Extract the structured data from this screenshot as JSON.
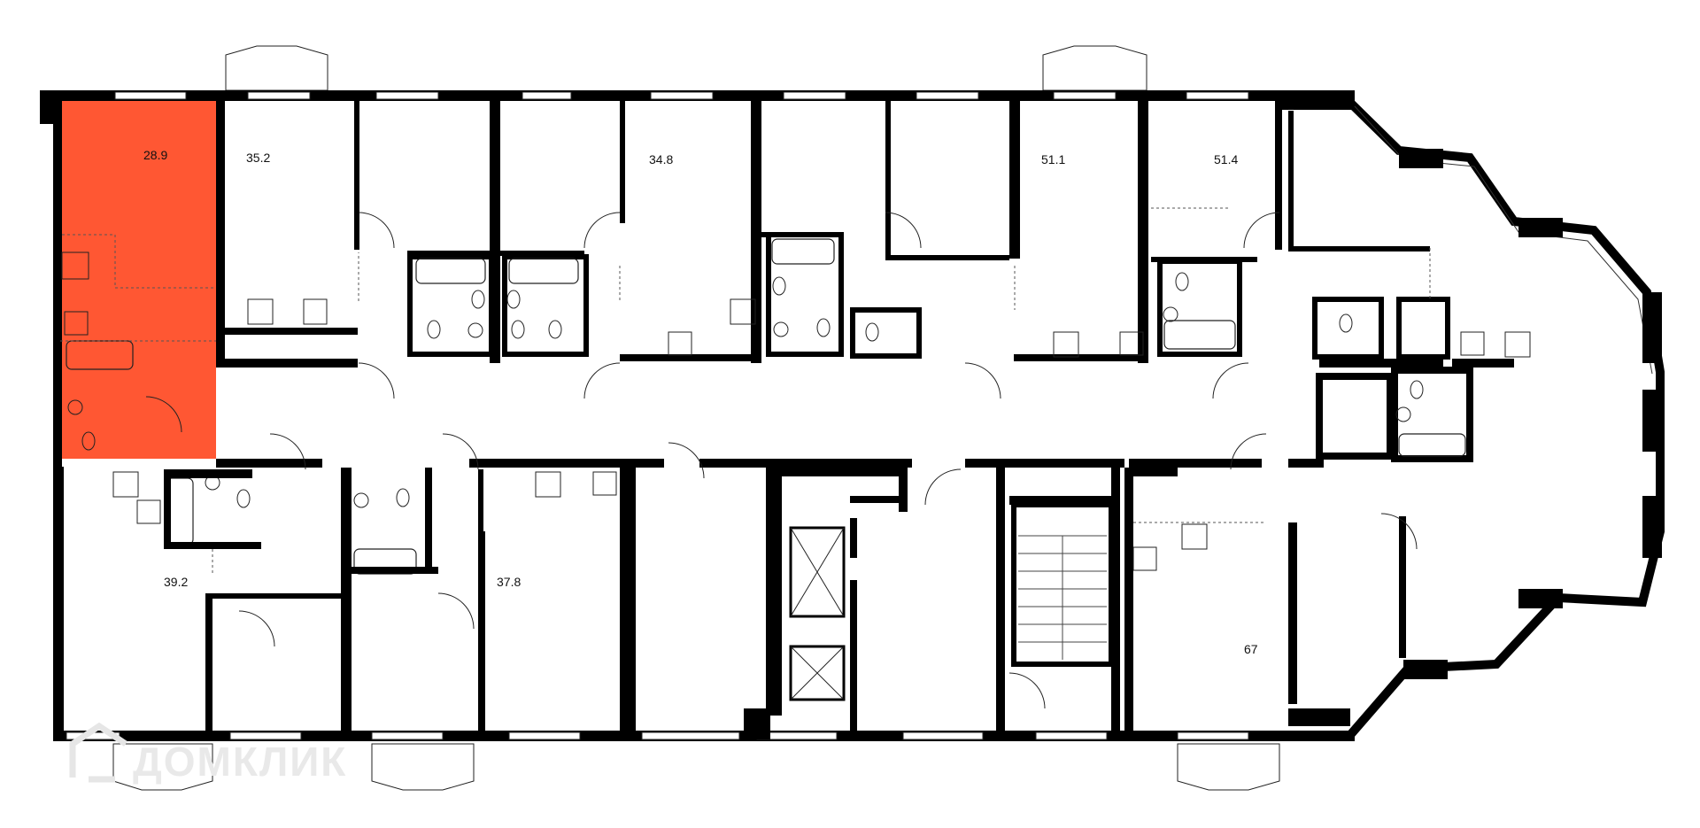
{
  "watermark": {
    "text": "ДОМКЛИК"
  },
  "colors": {
    "highlight": "#ff5733",
    "wall": "#000000",
    "background": "#ffffff"
  },
  "apartments": [
    {
      "id": "apt-1",
      "area": "28.9",
      "highlighted": true
    },
    {
      "id": "apt-2",
      "area": "35.2",
      "highlighted": false
    },
    {
      "id": "apt-3",
      "area": "34.8",
      "highlighted": false
    },
    {
      "id": "apt-4",
      "area": "51.1",
      "highlighted": false
    },
    {
      "id": "apt-5",
      "area": "51.4",
      "highlighted": false
    },
    {
      "id": "apt-6",
      "area": "39.2",
      "highlighted": false
    },
    {
      "id": "apt-7",
      "area": "37.8",
      "highlighted": false
    },
    {
      "id": "apt-8",
      "area": "67",
      "highlighted": false
    }
  ]
}
